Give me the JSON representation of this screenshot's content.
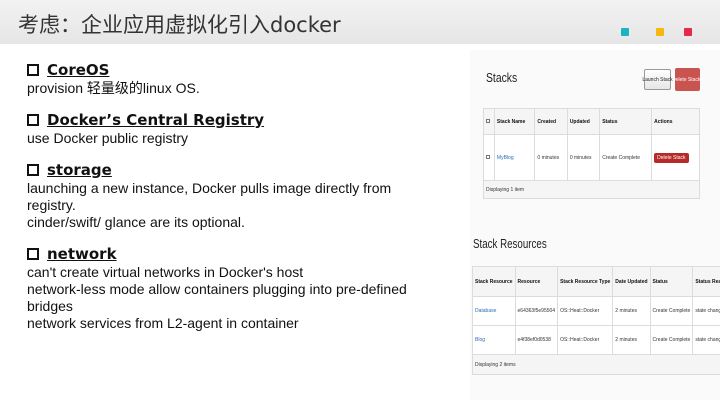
{
  "header": {
    "title": "考虑：企业应用虚拟化引入docker",
    "accent_colors": [
      "#1ab3c4",
      "#f5b80f",
      "#e8284a"
    ]
  },
  "sections": [
    {
      "title": "CoreOS",
      "lines": [
        "provision  轻量级的linux OS."
      ]
    },
    {
      "title": "Docker’s Central Registry",
      "lines": [
        "use Docker public registry"
      ]
    },
    {
      "title": "storage",
      "lines": [
        "launching a new instance, Docker pulls image directly from",
        "registry.",
        "cinder/swift/ glance are its optional."
      ]
    },
    {
      "title": "network",
      "lines": [
        "can't create virtual networks in Docker's host",
        "network-less mode allow containers plugging into pre-defined",
        "bridges",
        "network services from L2-agent in container"
      ]
    }
  ],
  "stacks": {
    "title": "Stacks",
    "launch_label": "Launch Stack",
    "delete_label": "Delete Stacks",
    "columns": [
      "Stack Name",
      "Created",
      "Updated",
      "Status",
      "Actions"
    ],
    "rows": [
      {
        "name": "MyBlog",
        "created": "0 minutes",
        "updated": "0 minutes",
        "status": "Create Complete",
        "action": "Delete Stack"
      }
    ],
    "footer": "Displaying 1 item"
  },
  "resources": {
    "title": "Stack Resources",
    "columns": [
      "Stack Resource",
      "Resource",
      "Stack Resource Type",
      "Date Updated",
      "Status",
      "Status Reason"
    ],
    "rows": [
      {
        "resource": "Database",
        "id": "e64363f5e95504",
        "type": "OS::Heat::Docker",
        "date": "2 minutes",
        "status": "Create Complete",
        "reason": "state changed"
      },
      {
        "resource": "Blog",
        "id": "e4f38ef0d0538",
        "type": "OS::Heat::Docker",
        "date": "2 minutes",
        "status": "Create Complete",
        "reason": "state changed"
      }
    ],
    "footer": "Displaying 2 items"
  }
}
